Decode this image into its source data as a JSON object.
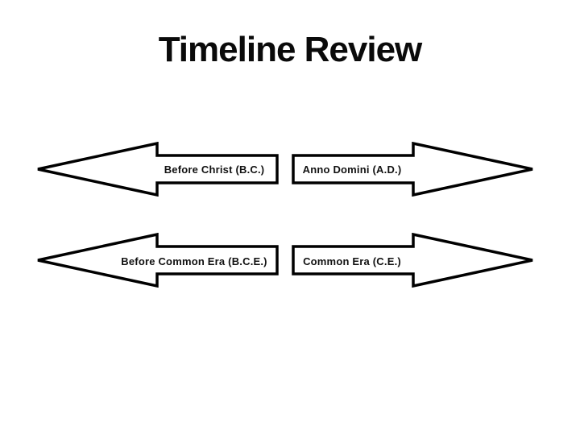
{
  "slide": {
    "title": "Timeline Review",
    "arrows": [
      {
        "id": "before-christ",
        "label": "Before Christ (B.C.)",
        "direction": "left"
      },
      {
        "id": "anno-domini",
        "label": "Anno Domini (A.D.)",
        "direction": "right"
      },
      {
        "id": "before-common-era",
        "label": "Before Common Era (B.C.E.)",
        "direction": "left"
      },
      {
        "id": "common-era",
        "label": "Common Era (C.E.)",
        "direction": "right"
      }
    ],
    "colors": {
      "background": "#ffffff",
      "arrow_outline": "#000000",
      "arrow_fill": "#ffffff",
      "text": "#111111",
      "title_text": "#0a0a0a"
    }
  }
}
